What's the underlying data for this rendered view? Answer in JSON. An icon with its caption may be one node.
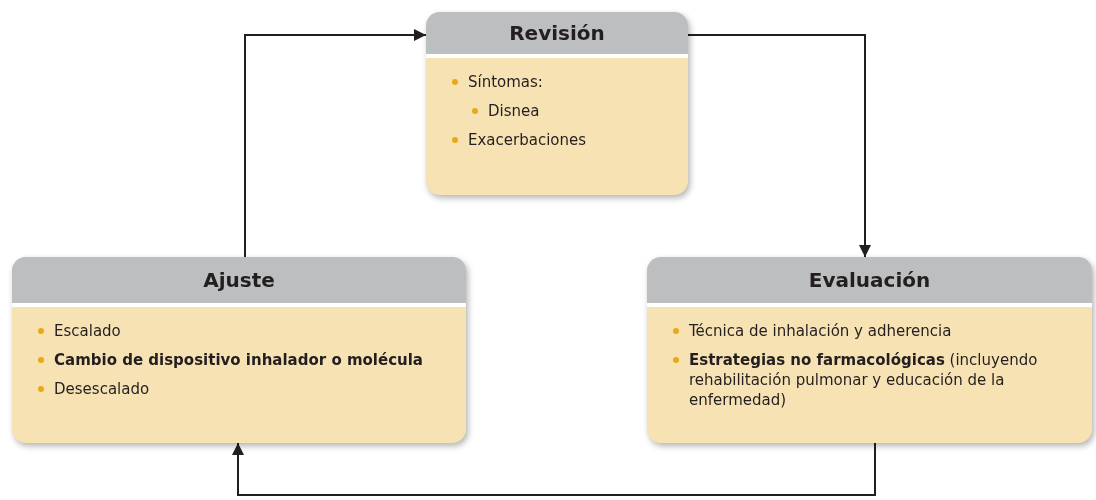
{
  "diagram": {
    "nodes": [
      {
        "text": [
          "Revisión",
          "Síntomas:",
          "Disnea",
          "Exacerbaciones"
        ]
      },
      {
        "text": [
          "Evaluación",
          "Técnica de inhalación y adherencia",
          "**Estrategias no farmacológicas** (incluyendo rehabilitación pulmonar y educación de la enfermedad)"
        ]
      },
      {
        "text": [
          "Ajuste",
          "Escalado",
          "Cambio de dispositivo inhalador o molécula",
          "Desescalado"
        ]
      }
    ],
    "edges": [
      {
        "from": 0,
        "to": 1,
        "arrow": "to"
      },
      {
        "from": 1,
        "to": 2,
        "arrow": "to"
      },
      {
        "from": 2,
        "to": 0,
        "arrow": "to"
      }
    ]
  }
}
